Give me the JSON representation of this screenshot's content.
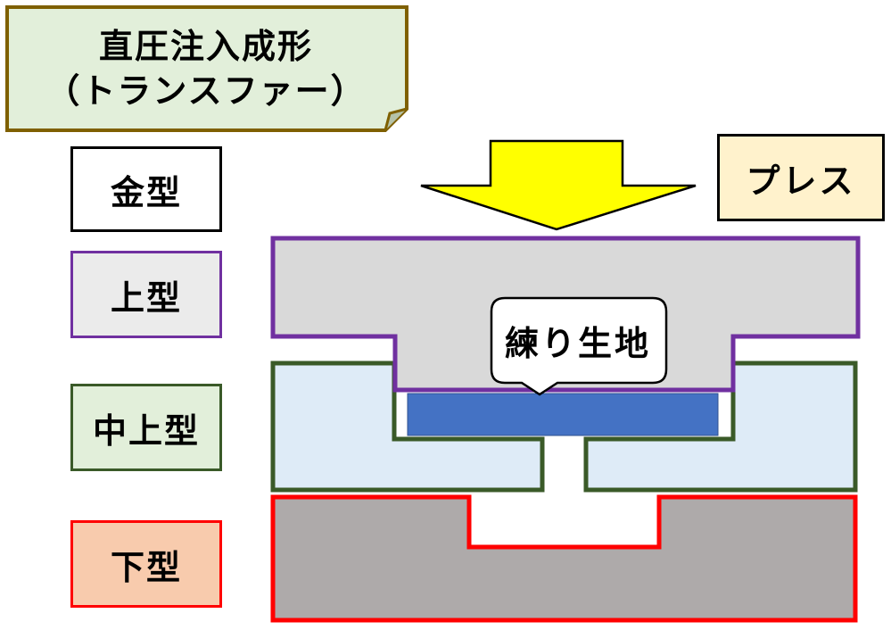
{
  "title": {
    "line1": "直圧注入成形",
    "line2": "（トランスファー）"
  },
  "legend": {
    "mold": "金型",
    "upper": "上型",
    "middle_upper": "中上型",
    "lower": "下型"
  },
  "press_label": "プレス",
  "callout": "練り生地",
  "colors": {
    "title_fill": "#e2efda",
    "title_border": "#7f6000",
    "upper_mold_fill": "#d9d9d9",
    "upper_mold_border": "#7030a0",
    "middle_mold_fill": "#deebf7",
    "middle_mold_border": "#3a5a28",
    "lower_mold_fill": "#aeaaaa",
    "lower_mold_border": "#ff0000",
    "dough": "#4472c4",
    "press_arrow": "#ffff00",
    "press_box_fill": "#fff2cc"
  }
}
